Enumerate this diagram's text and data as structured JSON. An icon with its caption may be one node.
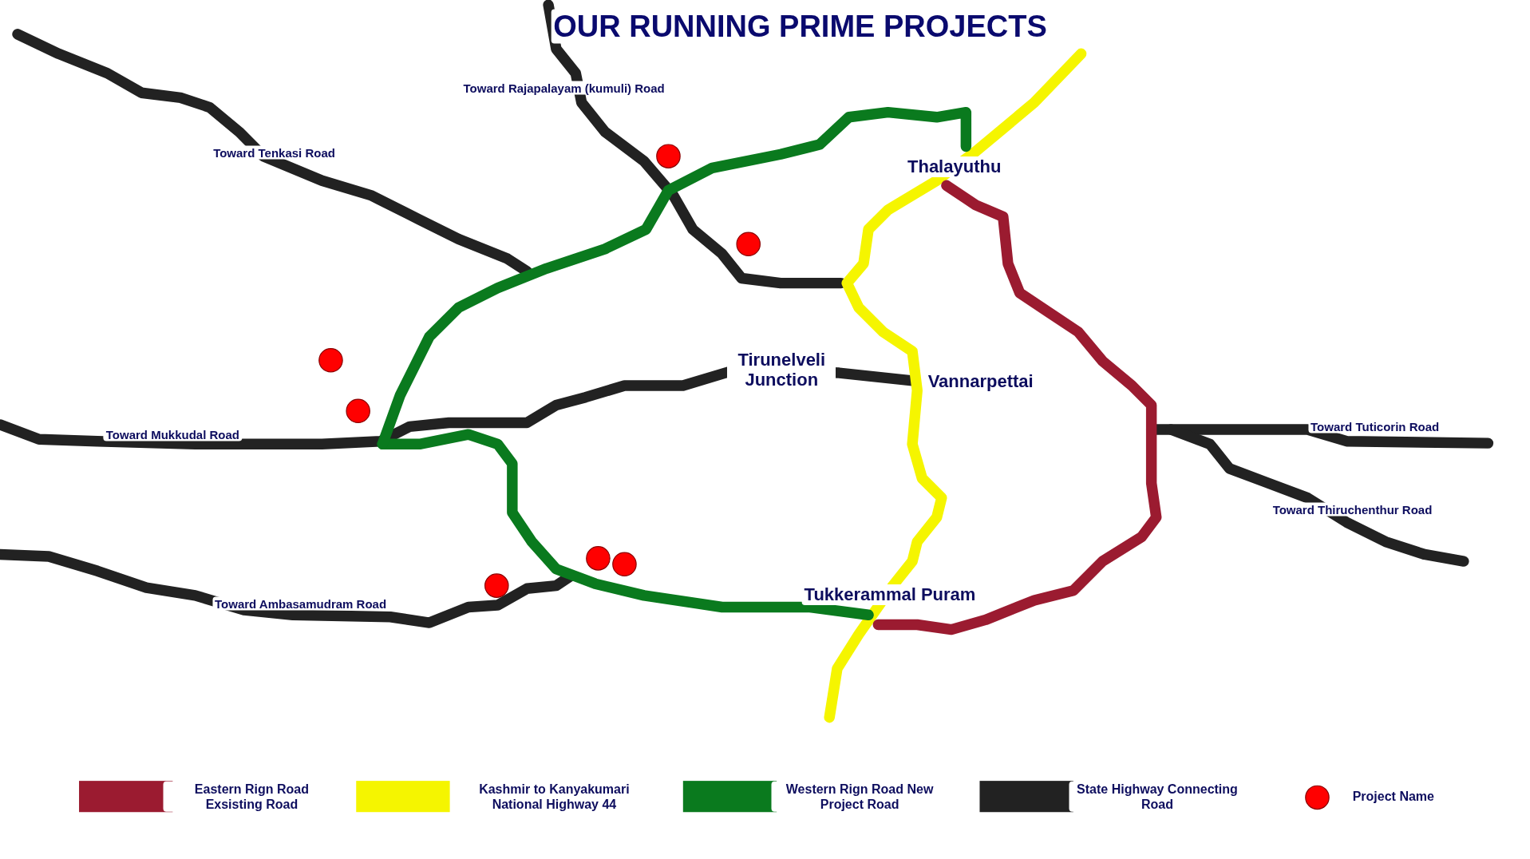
{
  "diagram": {
    "title": "OUR RUNNING PRIME PROJECTS",
    "labels": [
      "Toward Rajapalayam (kumuli) Road",
      "Thalayuthu",
      "Toward Tenkasi Road",
      "Tirunelveli Junction",
      "Vannarpettai",
      "Toward Mukkudal Road",
      "Toward Tuticorin Road",
      "Toward Thiruchenthur Road",
      "Tukkerammal Puram",
      "Toward Ambasamudram Road"
    ],
    "legend": [
      {
        "text": "Eastern Rign Road Exsisting Road",
        "color": "#9b1b30"
      },
      {
        "text": "Kashmir to Kanyakumari National Highway 44",
        "color": "#f5f500"
      },
      {
        "text": "Western Rign Road New Project Road",
        "color": "#0a7a1e"
      },
      {
        "text": "State Highway Connecting Road",
        "color": "#222222"
      },
      {
        "text": "Project Name"
      }
    ]
  }
}
